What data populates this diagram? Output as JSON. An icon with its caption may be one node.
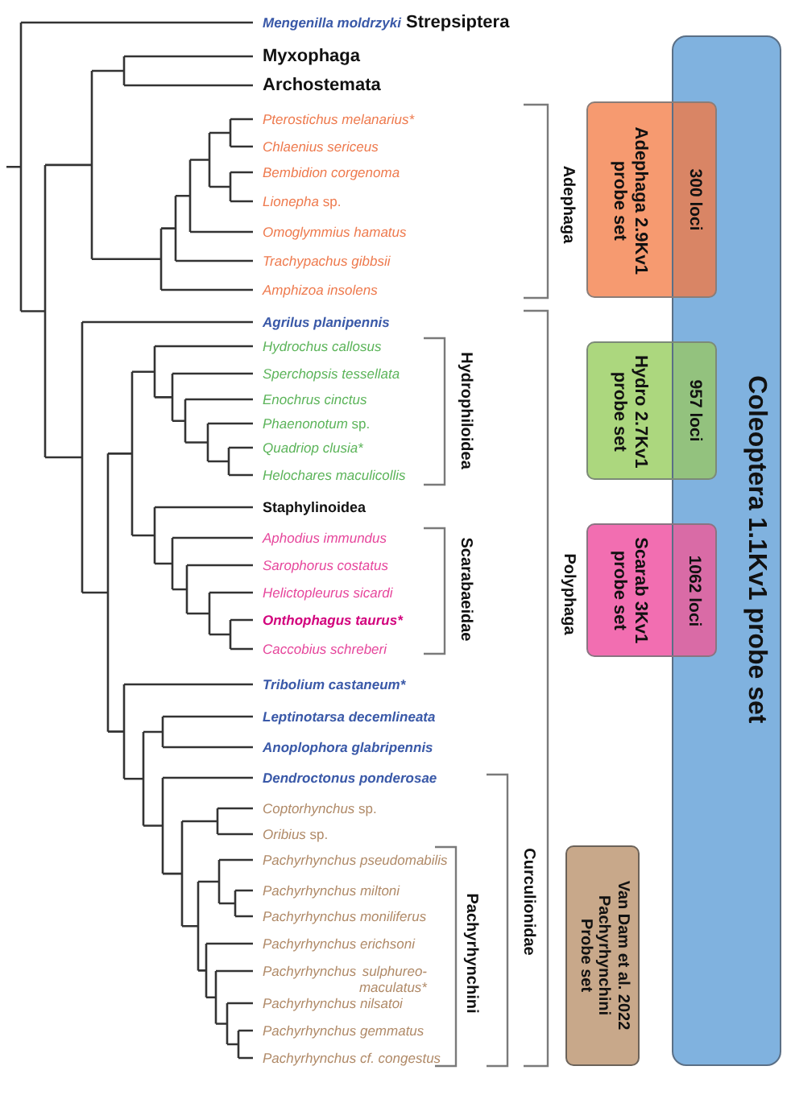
{
  "diagram": {
    "nodes": [
      {
        "text": [
          "Coleoptera 1.1Kv1 probe set"
        ]
      },
      {
        "text": [
          "Adephaga 2.9Kv1 probe set",
          "300 loci"
        ]
      },
      {
        "text": [
          "Hydro 2.7Kv1 probe set",
          "957 loci"
        ]
      },
      {
        "text": [
          "Scarab 3Kv1 probe set",
          "1062 loci"
        ]
      },
      {
        "text": [
          "Van Dam et al. 2022 Pachyrhynchini Probe set"
        ]
      }
    ],
    "labels": [
      "Mengenilla moldrzyki",
      "Strepsiptera",
      "Myxophaga",
      "Archostemata",
      "Pterostichus melanarius*",
      "Chlaenius sericeus",
      "Bembidion corgenoma",
      "*Lionepha* sp.",
      "Omoglymmius hamatus",
      "Trachypachus gibbsii",
      "Amphizoa insolens",
      "Agrilus planipennis",
      "Hydrochus callosus",
      "Sperchopsis tessellata",
      "Enochrus cinctus",
      "*Phaenonotum* sp.",
      "Quadriop clusia*",
      "Helochares maculicollis",
      "Staphylinoidea",
      "Aphodius immundus",
      "Sarophorus costatus",
      "Helictopleurus sicardi",
      "Onthophagus taurus*",
      "Caccobius schreberi",
      "Tribolium castaneum*",
      "Leptinotarsa decemlineata",
      "Anoplophora glabripennis",
      "Dendroctonus ponderosae",
      "*Coptorhynchus* sp.",
      "*Oribius* sp.",
      "Pachyrhynchus pseudomabilis",
      "Pachyrhynchus miltoni",
      "Pachyrhynchus moniliferus",
      "Pachyrhynchus erichsoni",
      "Pachyrhynchus sulphureo- maculatus*",
      "Pachyrhynchus nilsatoi",
      "Pachyrhynchus gemmatus",
      "Pachyrhynchus cf. congestus",
      "Adephaga",
      "Hydrophiloidea",
      "Scarabaeidae",
      "Polyphaga",
      "Curculionidae",
      "Pachyrhynchini"
    ]
  }
}
